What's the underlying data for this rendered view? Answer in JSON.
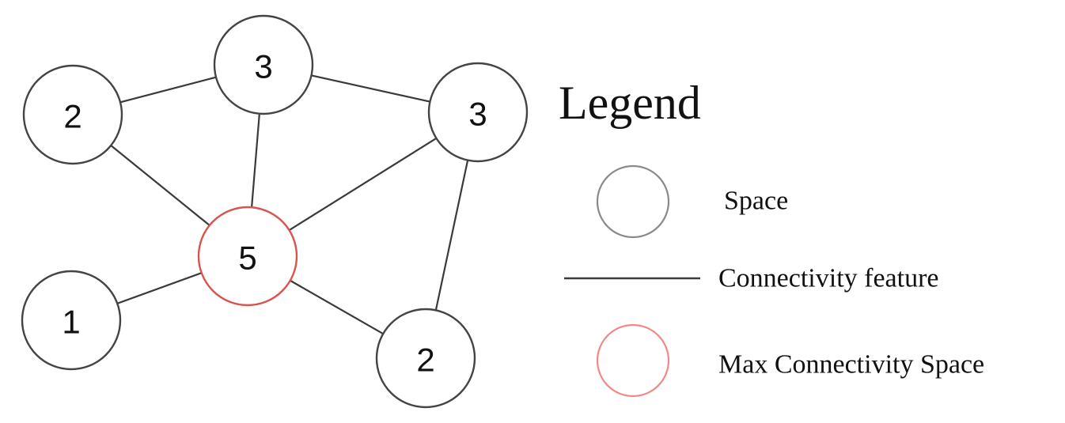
{
  "colors": {
    "node_stroke": "#444444",
    "max_node_stroke": "#d9534f",
    "edge": "#3a3a3a",
    "legend_space_stroke": "#8a8a8a",
    "legend_max_stroke": "#f08a8a"
  },
  "graph": {
    "nodes": [
      {
        "id": "n1",
        "value": "2",
        "max": false
      },
      {
        "id": "n2",
        "value": "3",
        "max": false
      },
      {
        "id": "n3",
        "value": "3",
        "max": false
      },
      {
        "id": "n4",
        "value": "5",
        "max": true
      },
      {
        "id": "n5",
        "value": "1",
        "max": false
      },
      {
        "id": "n6",
        "value": "2",
        "max": false
      }
    ],
    "edges": [
      [
        "n1",
        "n2"
      ],
      [
        "n2",
        "n3"
      ],
      [
        "n1",
        "n4"
      ],
      [
        "n2",
        "n4"
      ],
      [
        "n3",
        "n4"
      ],
      [
        "n3",
        "n6"
      ],
      [
        "n4",
        "n5"
      ],
      [
        "n4",
        "n6"
      ]
    ]
  },
  "legend": {
    "title": "Legend",
    "items": [
      {
        "symbol": "circle",
        "label": "Space"
      },
      {
        "symbol": "line",
        "label": "Connectivity feature"
      },
      {
        "symbol": "circle-red",
        "label": "Max Connectivity Space"
      }
    ]
  }
}
